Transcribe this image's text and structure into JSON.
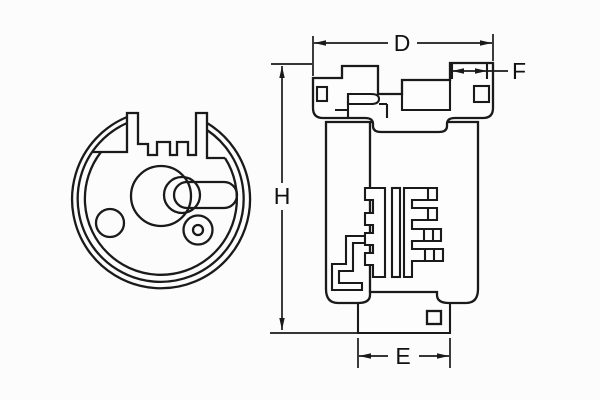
{
  "drawing": {
    "kind": "technical line drawing, two views of a cylindrical filter part",
    "colors": {
      "line": "#1a1a1a",
      "background": "#fcfcfc",
      "fill": "#fdfdfd"
    }
  },
  "labels": {
    "d": "D",
    "h": "H",
    "f": "F",
    "e": "E"
  }
}
